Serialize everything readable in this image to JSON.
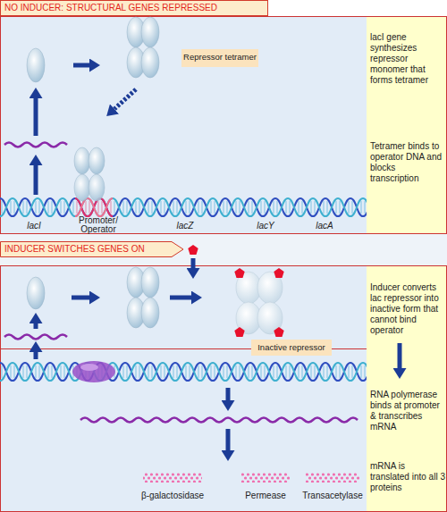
{
  "diagram": {
    "nodes": [
      {
        "text": [
          "NO INDUCER: STRUCTURAL GENES REPRESSED"
        ]
      },
      {
        "text": [
          "Repressor tetramer"
        ]
      },
      {
        "text": [
          "lacI gene synthesizes repressor monomer that forms tetramer",
          "Tetramer binds to operator DNA and blocks transcription"
        ]
      },
      {
        "text": [
          "INDUCER SWITCHES GENES ON"
        ]
      },
      {
        "text": [
          "Inactive repressor"
        ]
      },
      {
        "text": [
          "Inducer converts lac repressor into inactive form that cannot bind operator",
          "RNA polymerase binds at promoter & transcribes mRNA",
          "mRNA is translated into all 3 proteins"
        ]
      }
    ],
    "labels": [
      "lacI",
      "Promoter/ Operator",
      "lacZ",
      "lacY",
      "lacA",
      "β-galactosidase",
      "Permease",
      "Transacetylase"
    ]
  }
}
